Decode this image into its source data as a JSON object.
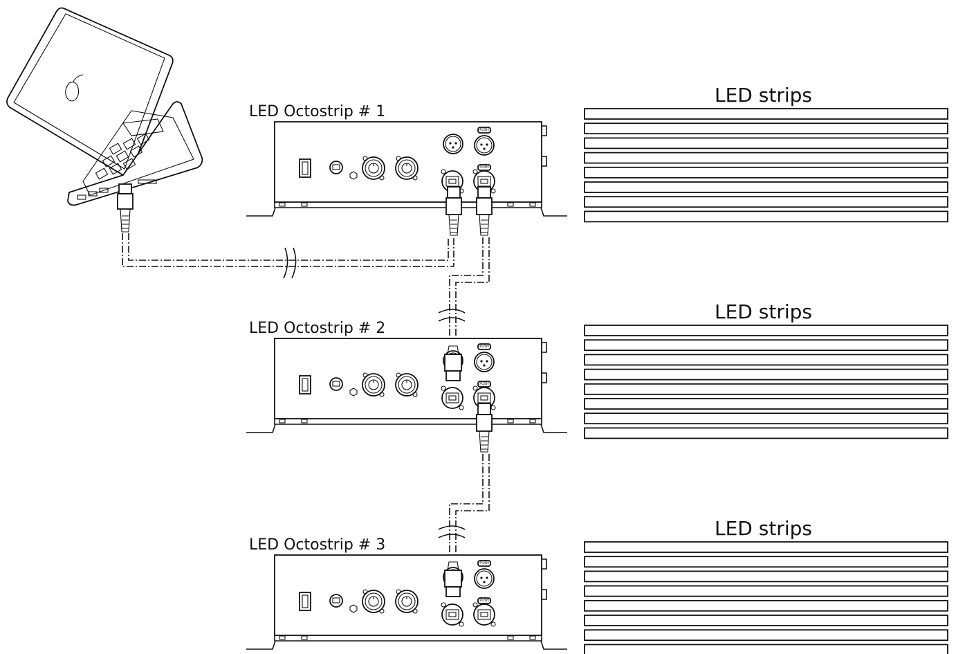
{
  "units": [
    {
      "label": "LED Octostrip # 1",
      "strips_label": "LED strips"
    },
    {
      "label": "LED Octostrip # 2",
      "strips_label": "LED strips"
    },
    {
      "label": "LED Octostrip # 3",
      "strips_label": "LED strips"
    }
  ],
  "connector_text": "PUSH",
  "strips_per_unit": 8
}
